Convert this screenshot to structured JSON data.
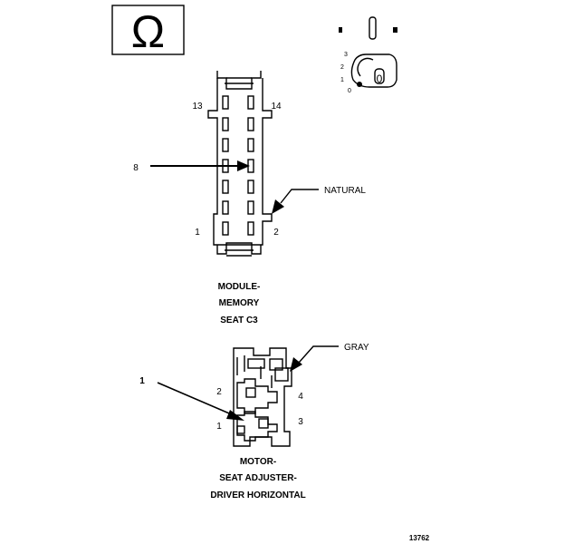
{
  "symbol": {
    "icon": "ohm-icon",
    "glyph": "Ω"
  },
  "key_switch": {
    "icon": "ignition-key-icon",
    "positions": [
      "3",
      "2",
      "1",
      "0"
    ],
    "key_glyph": "0"
  },
  "connector_c3": {
    "pin_top_left": "13",
    "pin_top_right": "14",
    "pin_bottom_left": "1",
    "pin_bottom_right": "2",
    "callout_pin": "8",
    "color_callout": "NATURAL",
    "caption": [
      "MODULE-",
      "MEMORY",
      "SEAT C3"
    ]
  },
  "connector_motor": {
    "callout_pin": "1",
    "color_callout": "GRAY",
    "pin_left_upper": "2",
    "pin_left_lower": "1",
    "pin_right_upper": "4",
    "pin_right_lower": "3",
    "caption": [
      "MOTOR-",
      "SEAT ADJUSTER-",
      "DRIVER HORIZONTAL"
    ]
  },
  "figure_id": "13762"
}
